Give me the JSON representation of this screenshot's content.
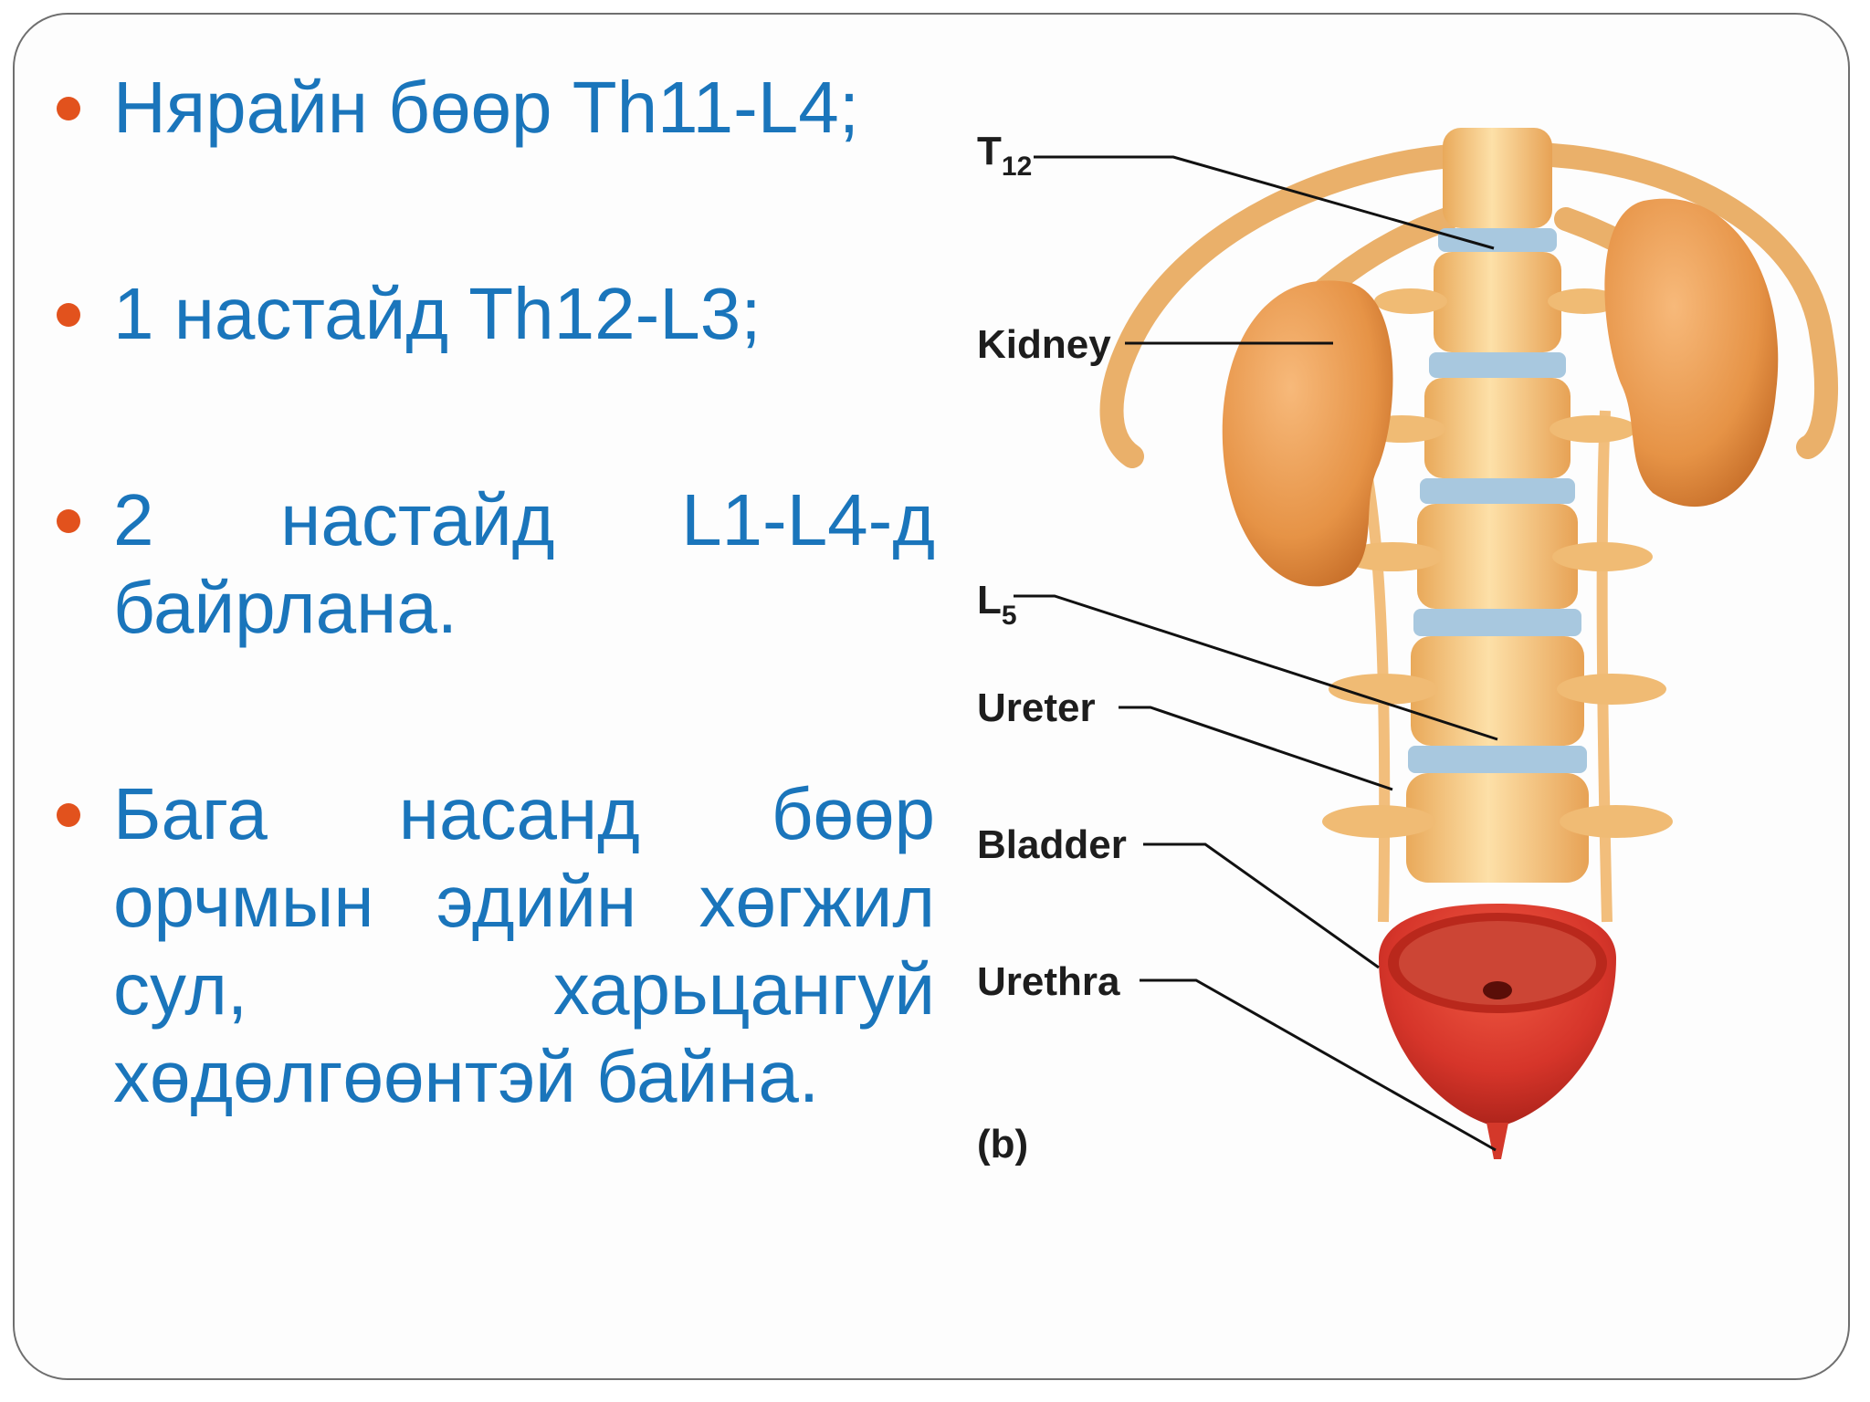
{
  "bullets": [
    {
      "text": "Нярайн бөөр Th11-L4;"
    },
    {
      "text": "1 настайд Th12-L3;"
    },
    {
      "text": "2 настайд L1-L4-д байрлана."
    },
    {
      "text": "Бага насанд бөөр орчмын эдийн хөгжил сул, харьцангуй хөдөлгөөнтэй байна."
    }
  ],
  "figure": {
    "labels": {
      "t12_main": "T",
      "t12_sub": "12",
      "kidney": "Kidney",
      "l5_main": "L",
      "l5_sub": "5",
      "ureter": "Ureter",
      "bladder": "Bladder",
      "urethra": "Urethra",
      "panel": "(b)"
    }
  },
  "colors": {
    "text_blue": "#1a75bb",
    "bullet_orange": "#e2521d",
    "bone": "#f6c47a",
    "kidney": "#e89b4e",
    "disc": "#a8c8df",
    "bladder": "#d8382a"
  }
}
